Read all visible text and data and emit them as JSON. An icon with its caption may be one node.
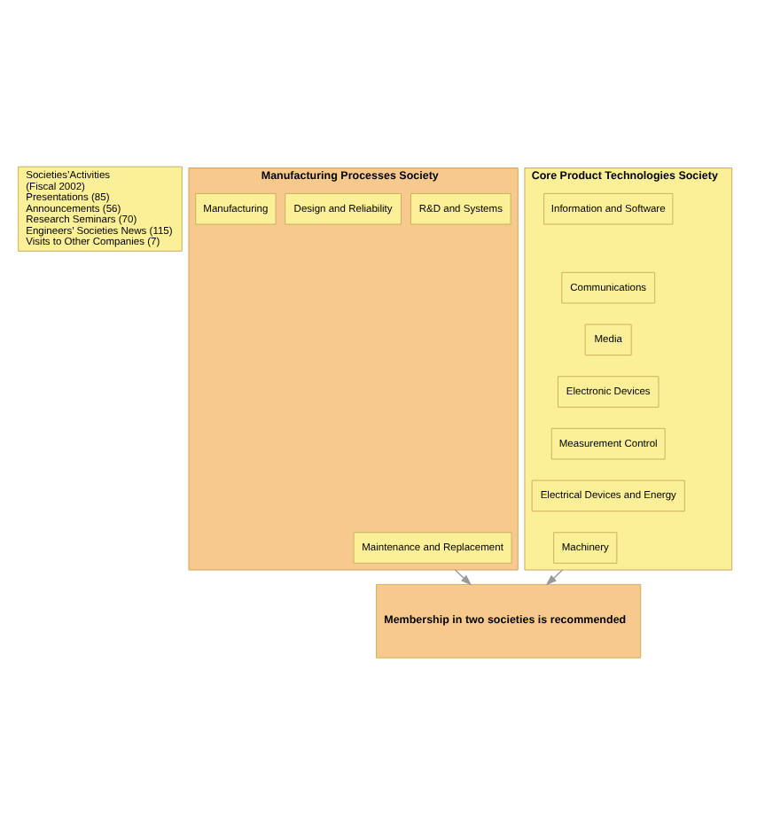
{
  "diagram": {
    "nodes": [
      {
        "text": [
          "Societies’Activities",
          "(Fiscal 2002)",
          "Presentations (85)",
          "Announcements (56)",
          "Research Seminars (70)",
          "Engineers’ Societies News (115)",
          "Visits to Other Companies (7)"
        ]
      },
      {
        "text": [
          "Manufacturing Processes Society"
        ]
      },
      {
        "text": [
          "R&D and Systems"
        ],
        "in": 1
      },
      {
        "text": [
          "Design and Reliability"
        ],
        "in": 1
      },
      {
        "text": [
          "Manufacturing"
        ],
        "in": 1
      },
      {
        "text": [
          "Maintenance and Replacement"
        ],
        "in": 1
      },
      {
        "text": [
          "Core Product Technologies Society"
        ]
      },
      {
        "text": [
          "Information and Software"
        ],
        "in": 6
      },
      {
        "text": [
          "Communications"
        ],
        "in": 6
      },
      {
        "text": [
          "Media"
        ],
        "in": 6
      },
      {
        "text": [
          "Electronic Devices"
        ],
        "in": 6
      },
      {
        "text": [
          "Measurement Control"
        ],
        "in": 6
      },
      {
        "text": [
          "Electrical Devices and Energy"
        ],
        "in": 6
      },
      {
        "text": [
          "Machinery"
        ],
        "in": 6
      },
      {
        "text": [
          "Membership in two societies is recommended"
        ]
      }
    ],
    "edges": [
      {
        "from": 1,
        "to": 14,
        "arrow": "to"
      },
      {
        "from": 6,
        "to": 14,
        "arrow": "to"
      }
    ]
  }
}
